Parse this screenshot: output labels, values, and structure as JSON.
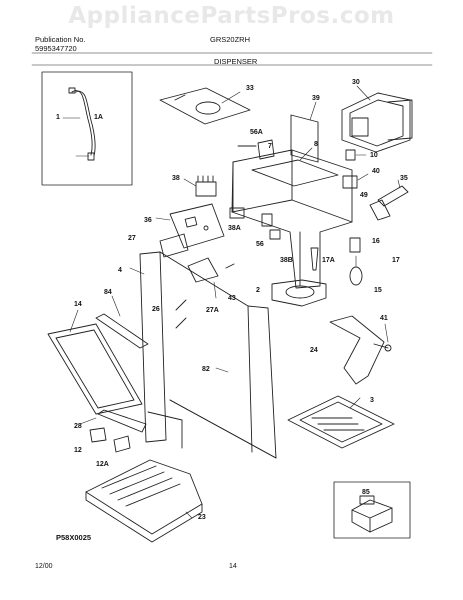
{
  "watermark": "AppliancePartsPros.com",
  "header": {
    "publication_label": "Publication No.",
    "publication_number": "5995347720",
    "model": "GRS20ZRH",
    "section": "DISPENSER"
  },
  "callouts": {
    "c1": "1",
    "c1A": "1A",
    "c33": "33",
    "c30": "30",
    "c39": "39",
    "c56A": "56A",
    "c7": "7",
    "c8": "8",
    "c10": "10",
    "c40": "40",
    "c35": "35",
    "c49": "49",
    "c38": "38",
    "c36": "36",
    "c38A": "38A",
    "c56": "56",
    "c27": "27",
    "c16": "16",
    "c17": "17",
    "c17A": "17A",
    "c38B": "38B",
    "c4": "4",
    "c43": "43",
    "c15": "15",
    "c2": "2",
    "c84": "84",
    "c26": "26",
    "c27A": "27A",
    "c14": "14",
    "c41": "41",
    "c24": "24",
    "c82": "82",
    "c3": "3",
    "c28": "28",
    "c12": "12",
    "c12A": "12A",
    "c23": "23",
    "c85": "85"
  },
  "footer": {
    "diagram_code": "P58X0025",
    "date": "12/00",
    "page": "14"
  }
}
